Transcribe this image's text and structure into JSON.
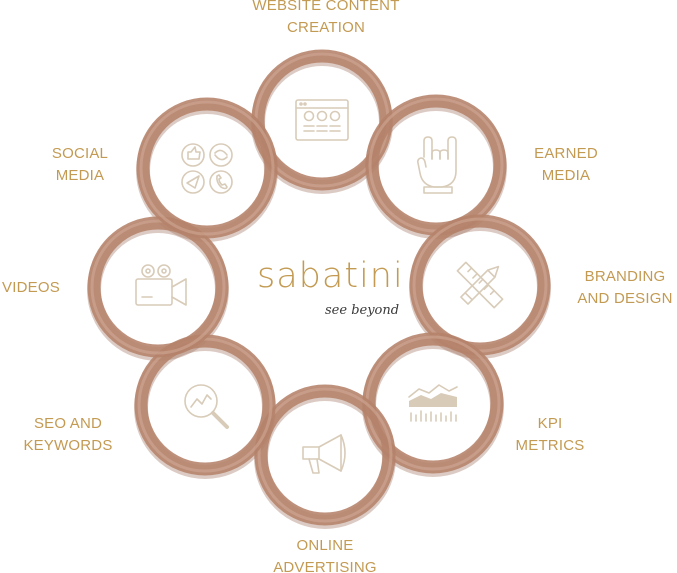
{
  "brand": {
    "name": "sabatini",
    "tagline": "see beyond"
  },
  "colors": {
    "ring": "#b5826a",
    "ring_dark": "#9b6a56",
    "label": "#c39a52",
    "icon": "#d8cbb8"
  },
  "services": [
    {
      "line1": "WEBSITE CONTENT",
      "line2": "CREATION",
      "icon": "website-icon"
    },
    {
      "line1": "EARNED",
      "line2": "MEDIA",
      "icon": "rock-hand-icon"
    },
    {
      "line1": "BRANDING",
      "line2": "AND DESIGN",
      "icon": "pencil-ruler-icon"
    },
    {
      "line1": "KPI",
      "line2": "METRICS",
      "icon": "metrics-chart-icon"
    },
    {
      "line1": "ONLINE",
      "line2": "ADVERTISING",
      "icon": "megaphone-icon"
    },
    {
      "line1": "SEO AND",
      "line2": "KEYWORDS",
      "icon": "magnifier-chart-icon"
    },
    {
      "line1": "VIDEOS",
      "line2": "",
      "icon": "video-camera-icon"
    },
    {
      "line1": "SOCIAL",
      "line2": "MEDIA",
      "icon": "social-icons-icon"
    }
  ]
}
